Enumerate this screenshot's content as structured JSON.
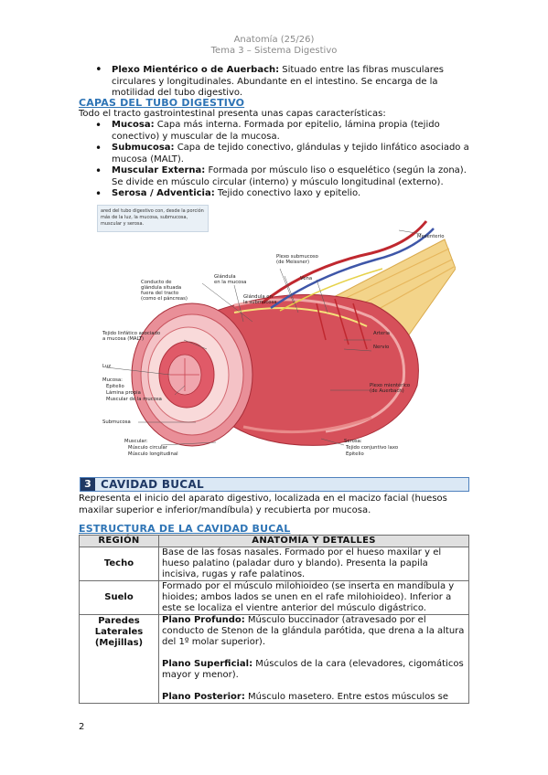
{
  "header": {
    "line1": "Anatomía (25/26)",
    "line2": "Tema 3 – Sistema Digestivo"
  },
  "plexo": {
    "term": "Plexo Mientérico o de Auerbach:",
    "text": " Situado entre las fibras musculares circulares y longitudinales. Abundante en el intestino. Se encarga de la motilidad del tubo digestivo."
  },
  "capas": {
    "title": "CAPAS DEL TUBO DIGESTIVO",
    "intro": "Todo el tracto gastrointestinal presenta unas capas características:",
    "items": [
      {
        "term": "Mucosa:",
        "text": " Capa más interna. Formada por epitelio, lámina propia (tejido conectivo) y muscular de la mucosa."
      },
      {
        "term": "Submucosa:",
        "text": " Capa de tejido conectivo, glándulas y tejido linfático asociado a mucosa (MALT)."
      },
      {
        "term": "Muscular Externa:",
        "text": " Formada por músculo liso o esquelético (según la zona). Se divide en músculo circular (interno) y músculo longitudinal (externo)."
      },
      {
        "term": "Serosa / Adventicia:",
        "text": " Tejido conectivo laxo y epitelio."
      }
    ]
  },
  "figure": {
    "caption": "ared del tubo digestivo con, desde la porción más de la luz, la mucosa, submucosa, muscular y serosa.",
    "labels": {
      "mesenterio": "Mesenterio",
      "plexo_sub": "Plexo submucoso",
      "plexo_sub2": "(de Meissner)",
      "vena": "Vena",
      "glandula": "Glándula",
      "glandula2": "en la mucosa",
      "conducto": "Conducto de",
      "conducto2": "glándula situada",
      "conducto3": "fuera del tracto",
      "conducto4": "(como el páncreas)",
      "gland_sub": "Glándula en",
      "gland_sub2": "la submucosa",
      "arteria": "Arteria",
      "nervio": "Nervio",
      "tejido": "Tejido linfático asociado",
      "tejido2": "a mucosa (MALT)",
      "luz": "Luz",
      "mucosa": "Mucosa:",
      "epitelio": "Epitelio",
      "lamina": "Lámina propia",
      "muscular_mucosa": "Muscular de la mucosa",
      "plexo_mient": "Plexo mientérico",
      "plexo_mient2": "(de Auerbach)",
      "submucosa": "Submucosa",
      "muscular": "Muscular:",
      "musculo_circular": "Músculo circular",
      "musculo_long": "Músculo longitudinal",
      "serosa": "Serosa:",
      "tejido_conj": "Tejido conjuntivo laxo",
      "epitelio2": "Epitelio"
    }
  },
  "cavidad": {
    "number": "3",
    "title": "CAVIDAD BUCAL",
    "intro": "Representa el inicio del aparato digestivo, localizada en el macizo facial (huesos maxilar superior e inferior/mandíbula) y recubierta por mucosa."
  },
  "estructura": {
    "title": "ESTRUCTURA DE LA CAVIDAD BUCAL",
    "col_region": "REGIÓN",
    "col_anatomia": "ANATOMÍA Y DETALLES",
    "techo": {
      "region": "Techo",
      "text": "Base de las fosas nasales. Formado por el hueso maxilar y el hueso palatino (paladar duro y blando). Presenta la papila incisiva, rugas y rafe palatinos."
    },
    "suelo": {
      "region": "Suelo",
      "text": "Formado por el músculo milohioideo (se inserta en mandíbula y hioides; ambos lados se unen en el rafe milohioideo). Inferior a este se localiza el vientre anterior del músculo digástrico."
    },
    "paredes": {
      "region1": "Paredes",
      "region2": "Laterales",
      "region3": "(Mejillas)",
      "p1_term": "Plano Profundo:",
      "p1_text": " Músculo buccinador (atravesado por el conducto de Stenon de la glándula parótida, que drena a la altura del 1º molar superior).",
      "p2_term": "Plano Superficial:",
      "p2_text": " Músculos de la cara (elevadores, cigomáticos mayor y menor).",
      "p3_term": "Plano Posterior:",
      "p3_text": " Músculo masetero. Entre estos músculos se"
    }
  },
  "page_number": "2"
}
